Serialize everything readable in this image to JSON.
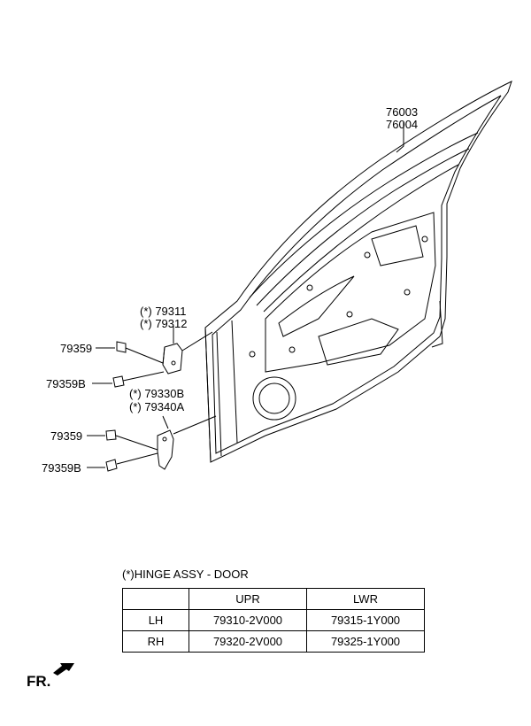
{
  "callouts": {
    "door_a": "76003",
    "door_b": "76004",
    "hinge_upr_a": "(*) 79311",
    "hinge_upr_b": "(*) 79312",
    "bolt_upr_1": "79359",
    "bolt_upr_2": "79359B",
    "hinge_lwr_a": "(*) 79330B",
    "hinge_lwr_b": "(*) 79340A",
    "bolt_lwr_1": "79359",
    "bolt_lwr_2": "79359B"
  },
  "legend": {
    "title": "(*)HINGE ASSY - DOOR",
    "columns": [
      "",
      "UPR",
      "LWR"
    ],
    "rows": [
      {
        "side": "LH",
        "upr": "79310-2V000",
        "lwr": "79315-1Y000"
      },
      {
        "side": "RH",
        "upr": "79320-2V000",
        "lwr": "79325-1Y000"
      }
    ]
  },
  "direction": {
    "label": "FR.",
    "icon": "arrow-icon"
  }
}
